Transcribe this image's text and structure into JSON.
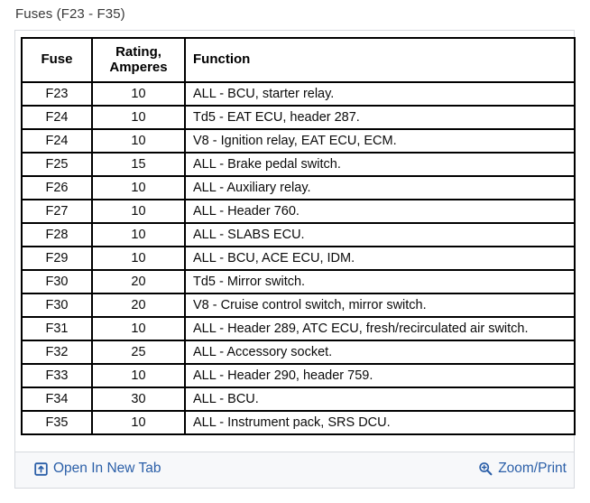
{
  "page": {
    "title": "Fuses (F23 - F35)"
  },
  "table": {
    "columns": [
      {
        "key": "fuse",
        "label": "Fuse"
      },
      {
        "key": "rating",
        "label": "Rating,\nAmperes",
        "label_line1": "Rating,",
        "label_line2": "Amperes"
      },
      {
        "key": "function",
        "label": "Function"
      }
    ],
    "rows": [
      {
        "fuse": "F23",
        "rating": "10",
        "function": "ALL - BCU, starter relay."
      },
      {
        "fuse": "F24",
        "rating": "10",
        "function": "Td5 - EAT ECU, header 287."
      },
      {
        "fuse": "F24",
        "rating": "10",
        "function": "V8 - Ignition relay, EAT ECU, ECM."
      },
      {
        "fuse": "F25",
        "rating": "15",
        "function": "ALL - Brake pedal switch."
      },
      {
        "fuse": "F26",
        "rating": "10",
        "function": "ALL - Auxiliary relay."
      },
      {
        "fuse": "F27",
        "rating": "10",
        "function": "ALL - Header 760."
      },
      {
        "fuse": "F28",
        "rating": "10",
        "function": "ALL - SLABS ECU."
      },
      {
        "fuse": "F29",
        "rating": "10",
        "function": "ALL - BCU, ACE ECU, IDM."
      },
      {
        "fuse": "F30",
        "rating": "20",
        "function": "Td5 - Mirror switch."
      },
      {
        "fuse": "F30",
        "rating": "20",
        "function": "V8 - Cruise control switch, mirror switch."
      },
      {
        "fuse": "F31",
        "rating": "10",
        "function": "ALL - Header 289, ATC ECU, fresh/recirculated air switch."
      },
      {
        "fuse": "F32",
        "rating": "25",
        "function": "ALL - Accessory socket."
      },
      {
        "fuse": "F33",
        "rating": "10",
        "function": "ALL - Header 290, header 759."
      },
      {
        "fuse": "F34",
        "rating": "30",
        "function": "ALL - BCU."
      },
      {
        "fuse": "F35",
        "rating": "10",
        "function": "ALL - Instrument pack, SRS DCU."
      }
    ]
  },
  "footer": {
    "open_new_tab_label": "Open In New Tab",
    "open_new_tab_icon": "open-in-new-tab-icon",
    "zoom_print_label": "Zoom/Print",
    "zoom_print_icon": "magnifier-plus-icon"
  },
  "colors": {
    "link": "#2b5fa8",
    "title_text": "#3a3a3a",
    "table_border": "#000000",
    "panel_border": "#d6d9de",
    "footer_bg": "#f7f8fa",
    "page_bg": "#ffffff"
  }
}
